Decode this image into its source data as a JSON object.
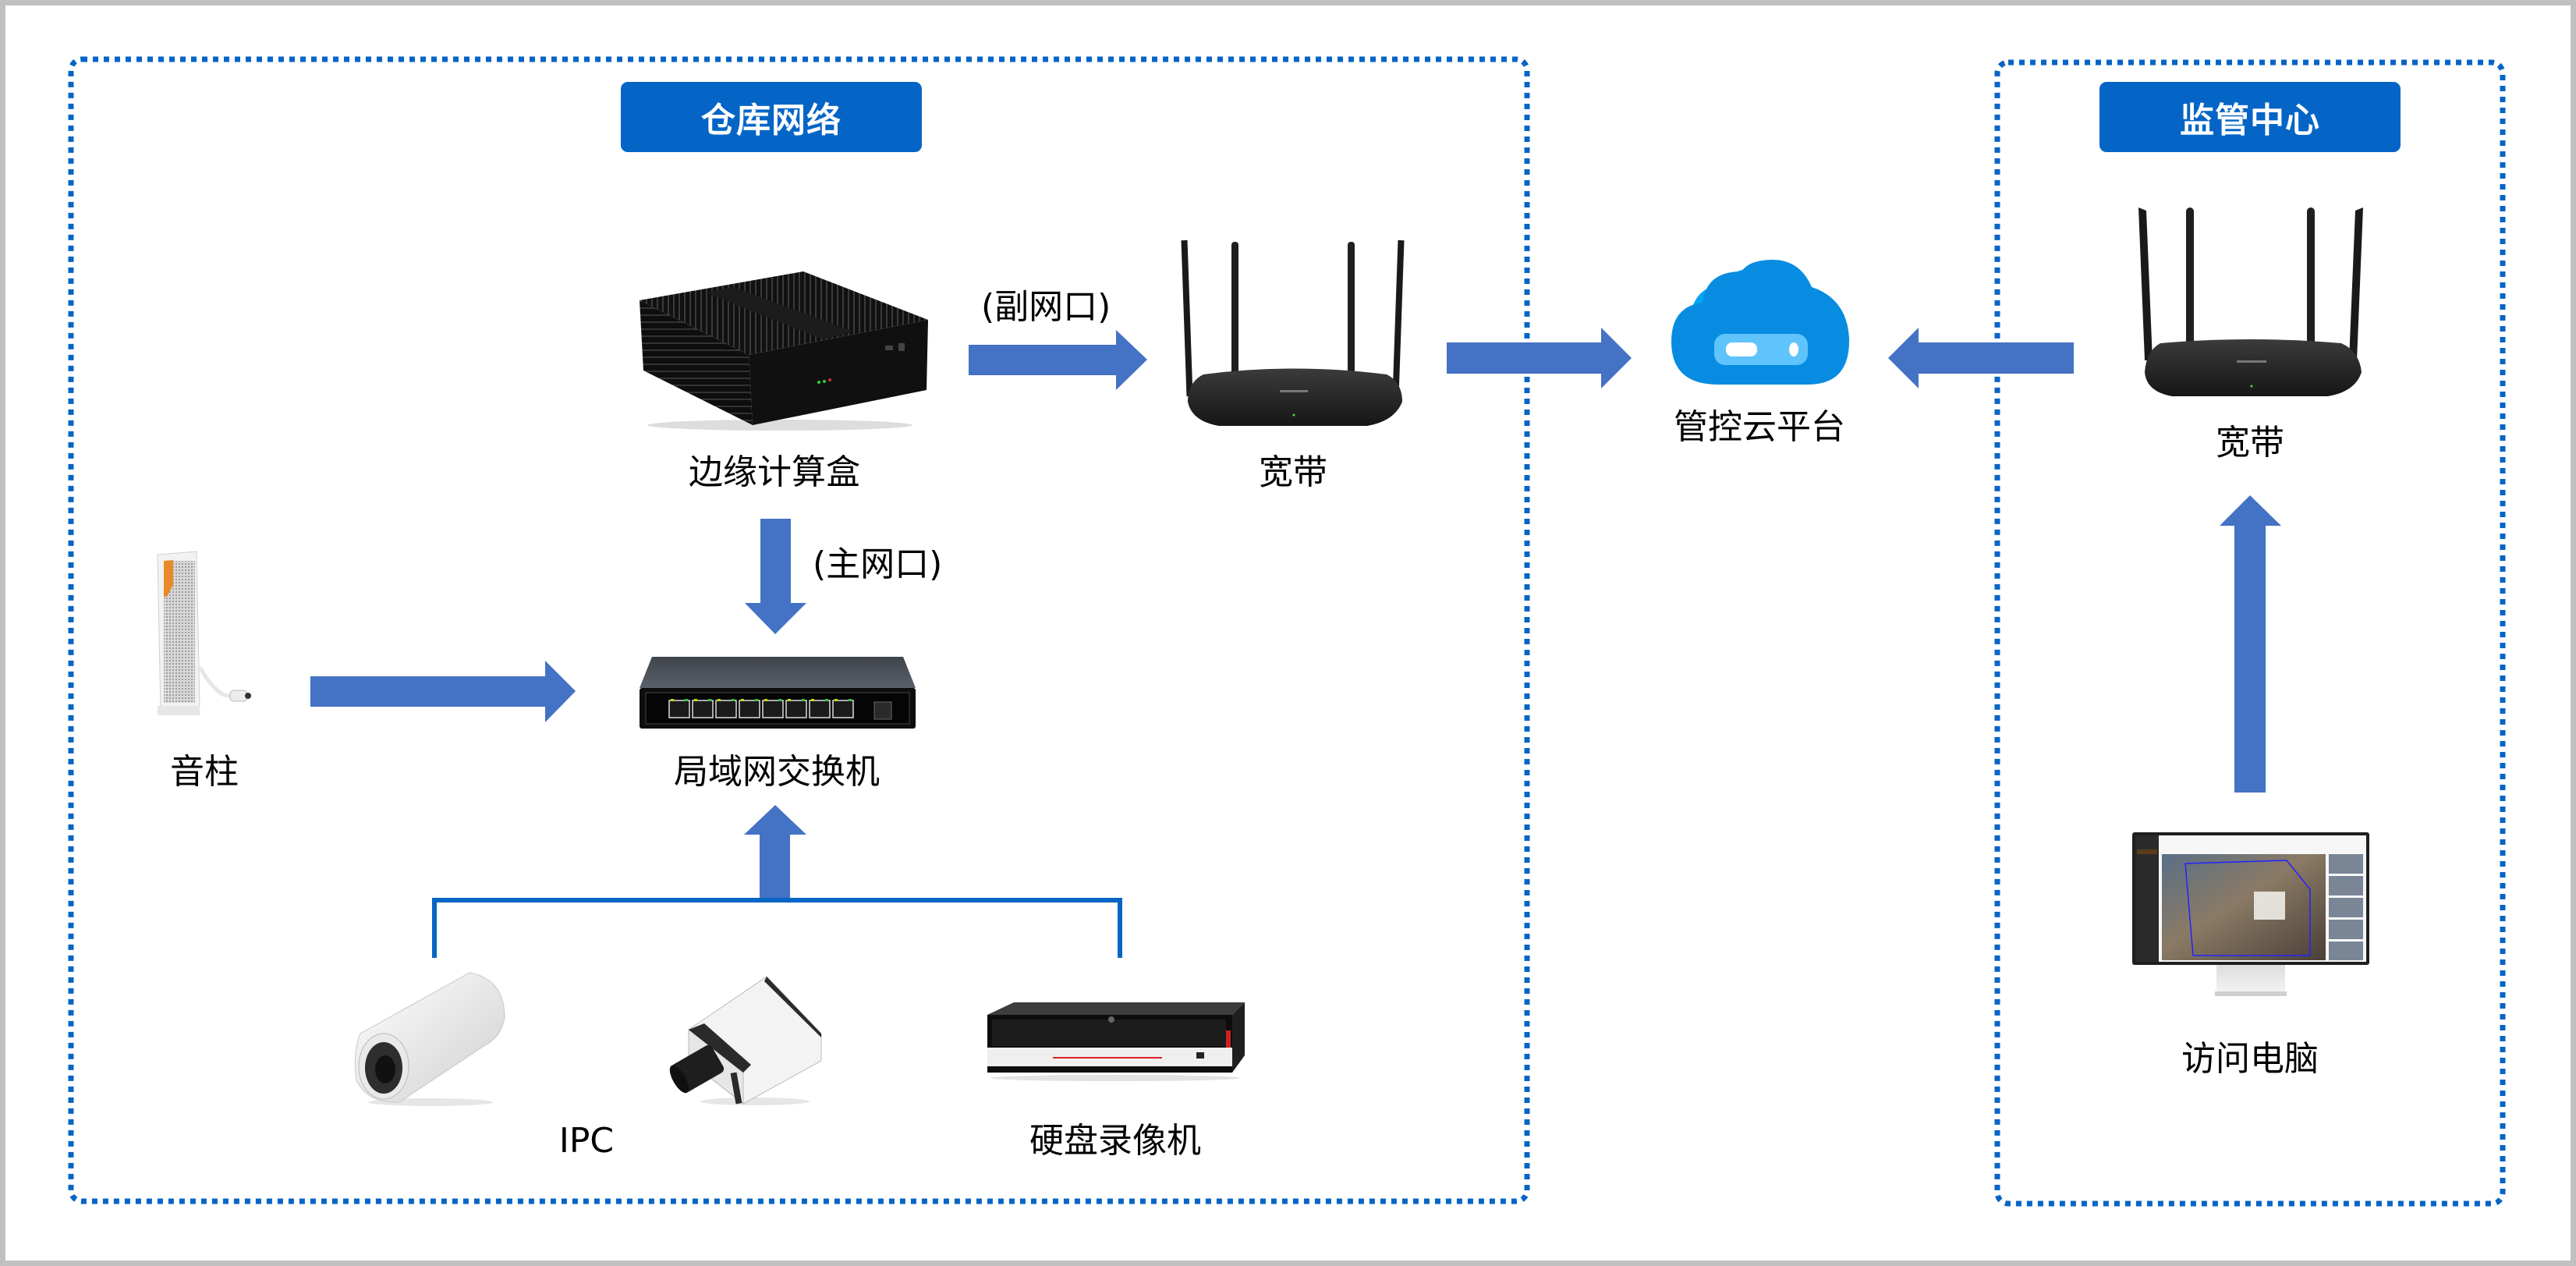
{
  "colors": {
    "region_border": "#0565C6",
    "title_bg": "#0565C6",
    "title_text": "#FFFFFF",
    "arrow": "#4472C4",
    "bracket": "#0565C6",
    "cloud": "#0A8DE3",
    "frame": "#C0C0C0"
  },
  "regions": {
    "warehouse": {
      "title": "仓库网络"
    },
    "monitoring": {
      "title": "监管中心"
    }
  },
  "nodes": {
    "edge_box": {
      "label": "边缘计算盒",
      "icon": "edge-computing-box-icon"
    },
    "router_warehouse": {
      "label": "宽带",
      "icon": "wifi-router-icon"
    },
    "cloud": {
      "label": "管控云平台",
      "icon": "cloud-platform-icon"
    },
    "router_monitoring": {
      "label": "宽带",
      "icon": "wifi-router-icon"
    },
    "speaker": {
      "label": "音柱",
      "icon": "column-speaker-icon"
    },
    "switch": {
      "label": "局域网交换机",
      "icon": "network-switch-icon"
    },
    "ipc": {
      "label": "IPC",
      "icon": "ip-camera-icon"
    },
    "nvr": {
      "label": "硬盘录像机",
      "icon": "nvr-recorder-icon"
    },
    "pc": {
      "label": "访问电脑",
      "icon": "monitor-computer-icon"
    }
  },
  "edges": [
    {
      "from": "边缘计算盒",
      "to": "宽带",
      "label": "(副网口)"
    },
    {
      "from": "边缘计算盒",
      "to": "局域网交换机",
      "label": "(主网口)"
    },
    {
      "from": "宽带",
      "to": "管控云平台",
      "label": ""
    },
    {
      "from": "宽带",
      "to": "管控云平台",
      "label": ""
    },
    {
      "from": "访问电脑",
      "to": "宽带",
      "label": ""
    },
    {
      "from": "音柱",
      "to": "局域网交换机",
      "label": ""
    },
    {
      "from": "IPC",
      "to": "局域网交换机",
      "label": ""
    },
    {
      "from": "硬盘录像机",
      "to": "局域网交换机",
      "label": ""
    }
  ]
}
